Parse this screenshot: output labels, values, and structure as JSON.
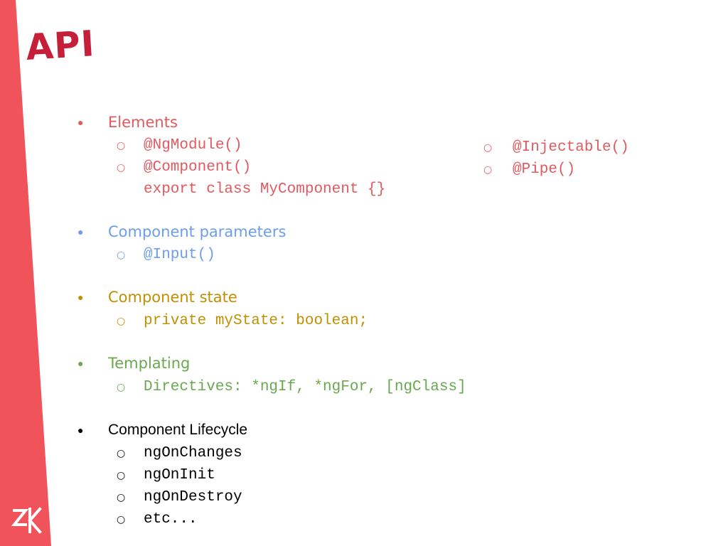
{
  "slide": {
    "title": "API",
    "bullet_glyph": "●",
    "sub_bullet_glyph": "○"
  },
  "colors": {
    "band": "#f1535b",
    "title": "#c5203a",
    "red": "#e05a5f",
    "blue": "#6d9eeb",
    "gold": "#bf9000",
    "green": "#6aa84f",
    "black": "#000000",
    "logo": "#ffffff"
  },
  "icons": {
    "logo": "brand-logo-icon"
  },
  "sections": {
    "elements": {
      "label": "Elements",
      "items": [
        "@NgModule()",
        "@Component()"
      ],
      "continuation": "export class MyComponent {}",
      "side_items": [
        "@Injectable()",
        "@Pipe()"
      ]
    },
    "params": {
      "label": "Component parameters",
      "items": [
        "@Input()"
      ]
    },
    "state": {
      "label": "Component state",
      "items": [
        "private myState: boolean;"
      ]
    },
    "templating": {
      "label": "Templating",
      "items": [
        "Directives: *ngIf, *ngFor, [ngClass]"
      ]
    },
    "lifecycle": {
      "label": "Component Lifecycle",
      "items": [
        "ngOnChanges",
        "ngOnInit",
        "ngOnDestroy",
        "etc..."
      ]
    }
  }
}
